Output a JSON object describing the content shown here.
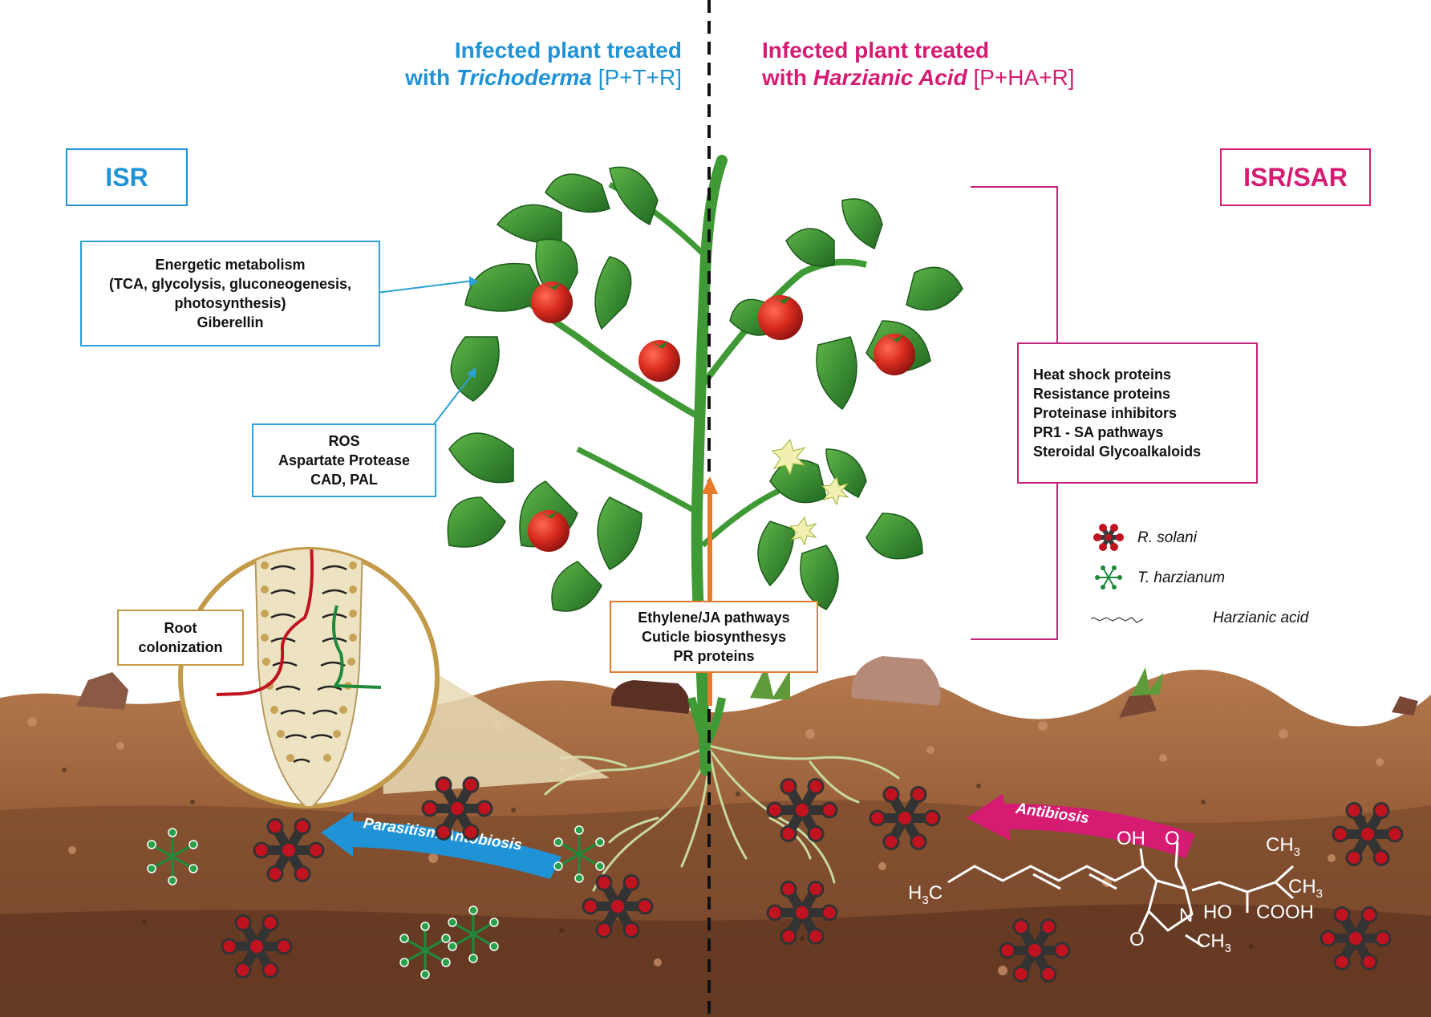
{
  "titles": {
    "left": {
      "line1": "Infected plant treated",
      "line2_prefix": "with ",
      "line2_italic": "Trichoderma",
      "line2_suffix": " [P+T+R]",
      "color": "#1f93d6"
    },
    "right": {
      "line1": "Infected plant treated",
      "line2_prefix": "with ",
      "line2_italic": "Harzianic Acid",
      "line2_suffix": " [P+HA+R]",
      "color": "#d61b73"
    }
  },
  "tags": {
    "left": "ISR",
    "right": "ISR/SAR"
  },
  "boxes": {
    "energy": [
      "Energetic metabolism",
      "(TCA, glycolysis, gluconeogenesis,",
      "photosynthesis)",
      "Giberellin"
    ],
    "ros": [
      "ROS",
      "Aspartate Protease",
      "CAD, PAL"
    ],
    "root": [
      "Root",
      "colonization"
    ],
    "ethylene": [
      "Ethylene/JA pathways",
      "Cuticle biosynthesys",
      "PR proteins"
    ],
    "heat": [
      "Heat shock proteins",
      "Resistance proteins",
      "Proteinase inhibitors",
      "PR1 - SA pathways",
      "Steroidal Glycoalkaloids"
    ]
  },
  "legend": [
    {
      "label": "R. solani",
      "icon": "r-solani-icon"
    },
    {
      "label": "T. harzianum",
      "icon": "t-harzianum-icon"
    },
    {
      "label": "Harzianic acid",
      "icon": "harzianic-acid-structure-icon"
    }
  ],
  "arrows": {
    "parasitism": "Parasitism/Antobiosis",
    "antibiosis": "Antibiosis"
  },
  "chem": {
    "oh": "OH",
    "o_top": "O",
    "ch3_top": "CH",
    "ch3_top_sub": "3",
    "h3c": "H",
    "h3c_sub": "3",
    "h3c_end": "C",
    "ch3_mid": "CH",
    "ch3_mid_sub": "3",
    "ho": "HO",
    "cooh": "COOH",
    "n": "N",
    "o_bottom": "O",
    "nch3": "CH",
    "nch3_sub": "3"
  },
  "colors": {
    "blue": "#1f93d6",
    "magenta": "#d61b73",
    "orange": "#e77b2b",
    "leaf": "#2f8a2a",
    "tomato": "#d62a1e",
    "soil_top": "#a86d45",
    "soil_deep": "#6e4027"
  }
}
